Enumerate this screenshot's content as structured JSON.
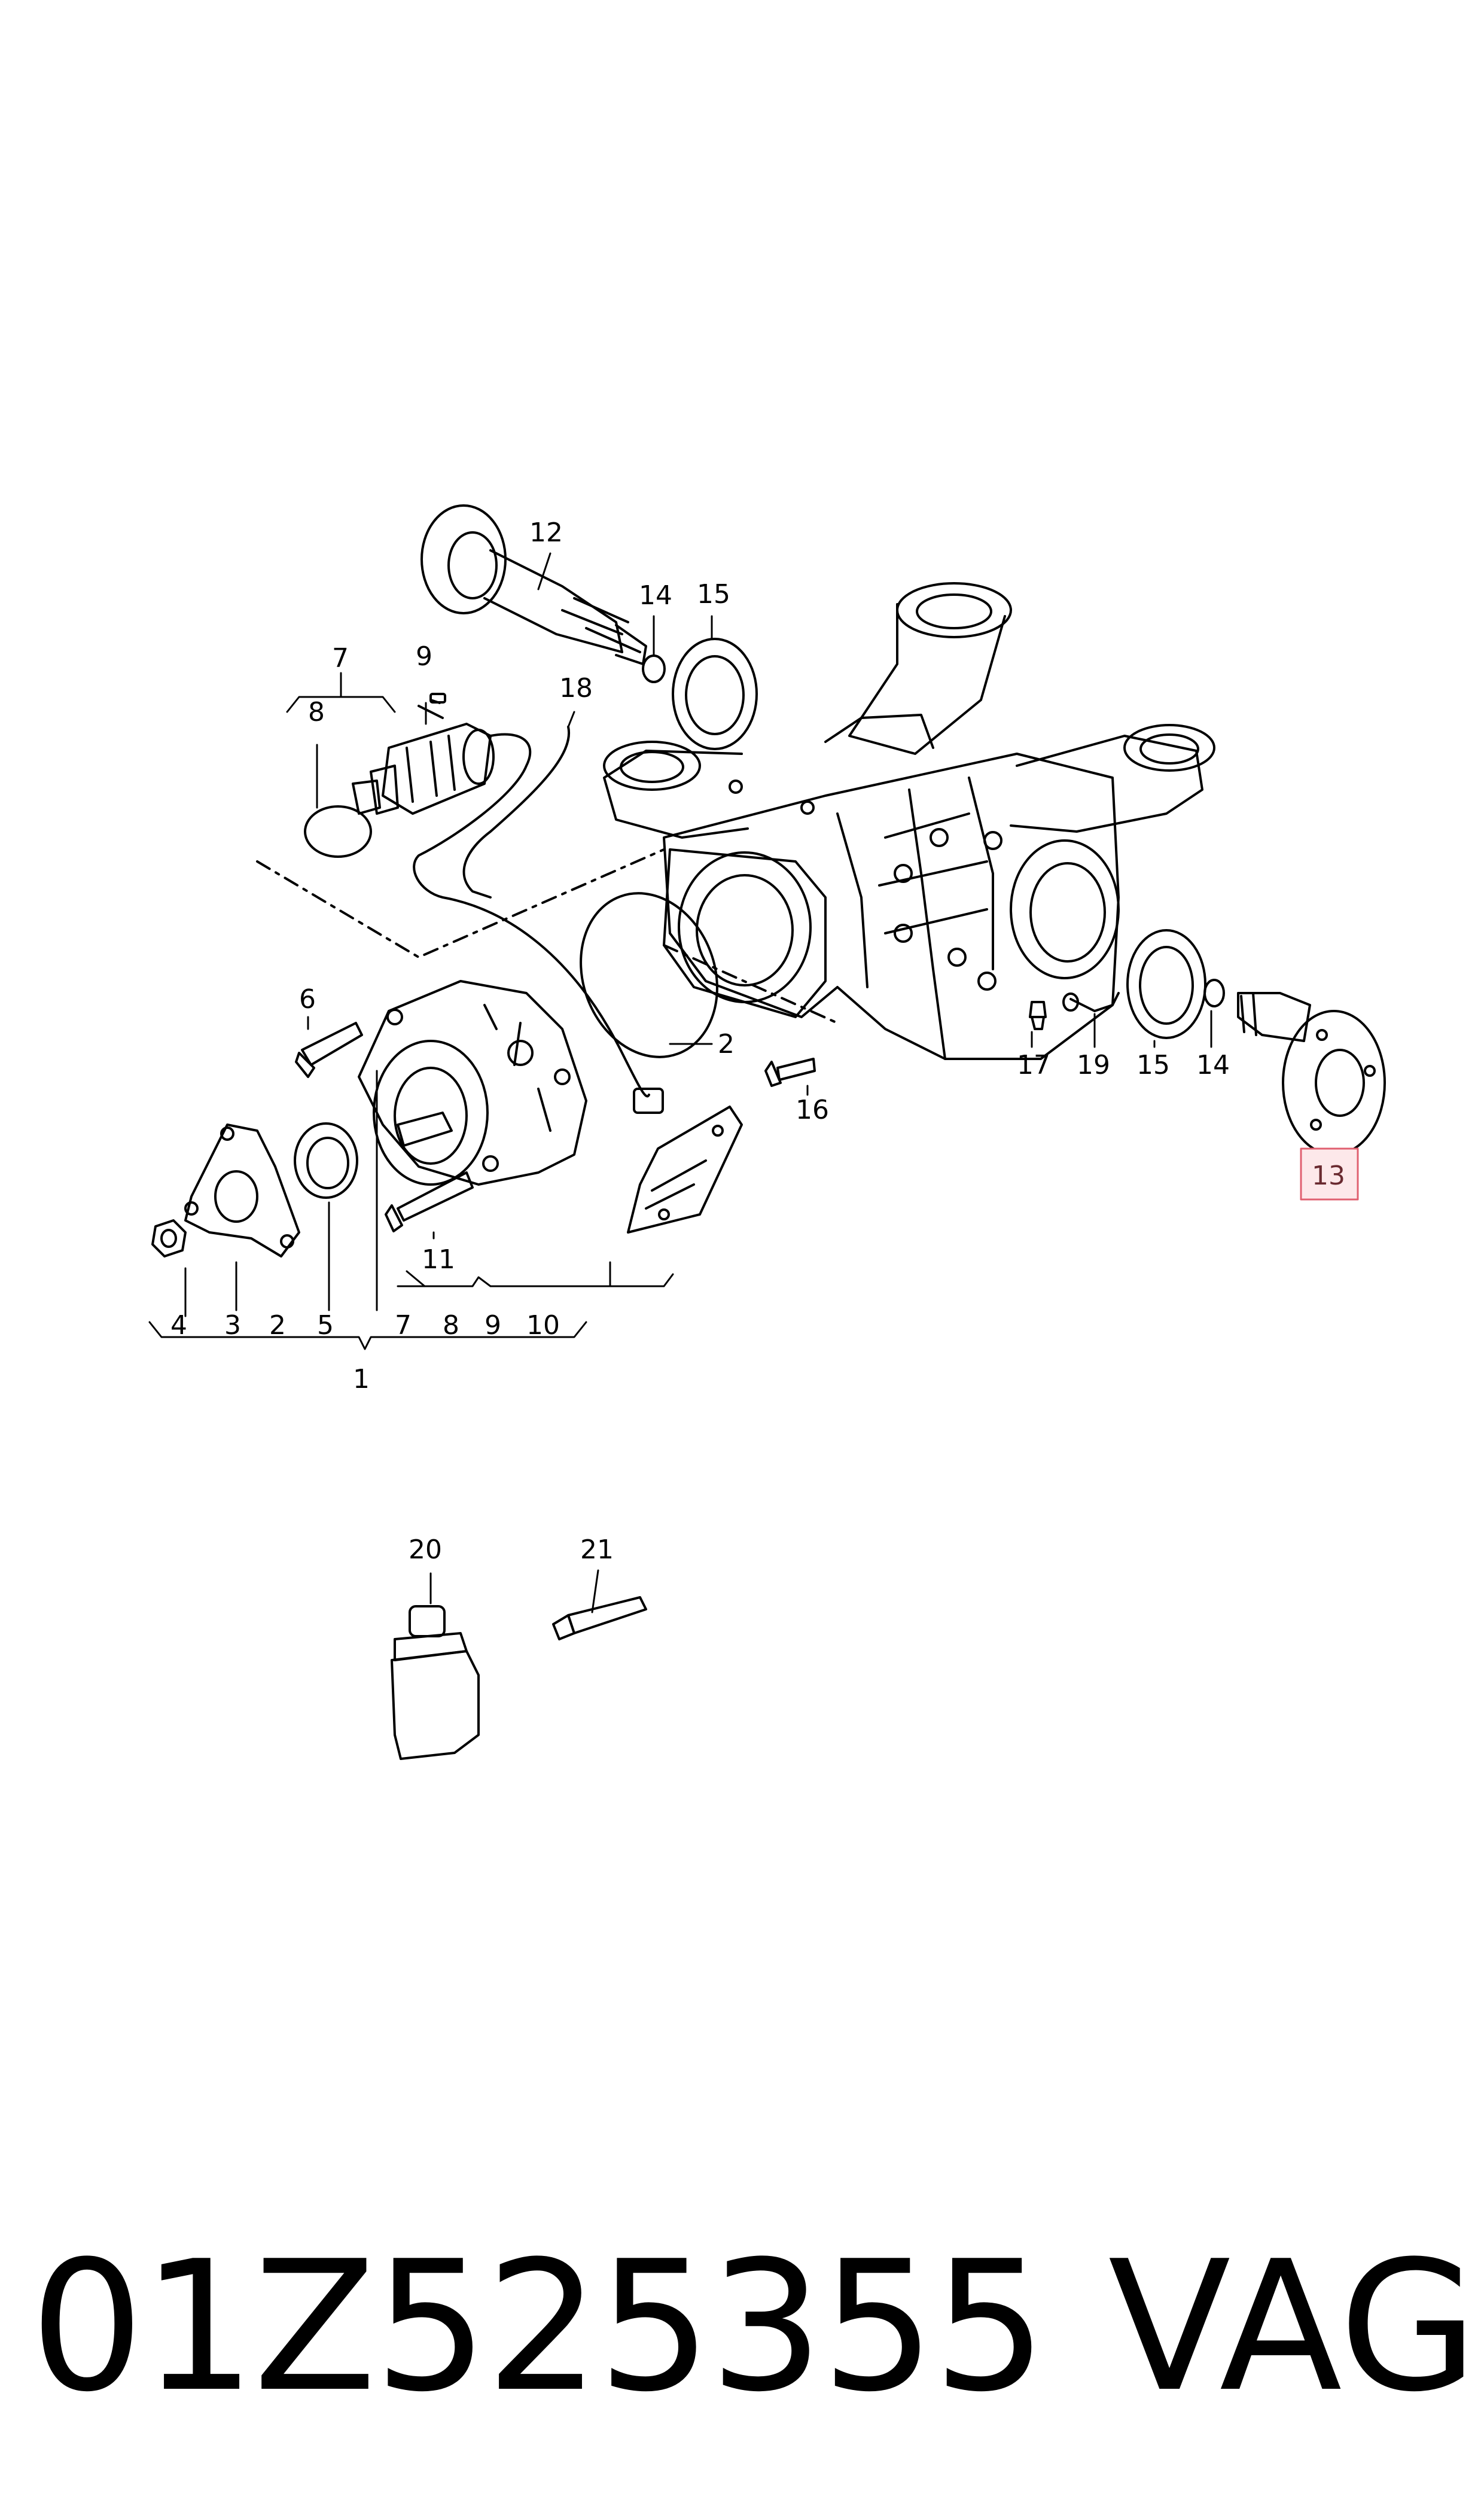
{
  "callouts": {
    "c1": "1",
    "c2a": "2",
    "c2b": "2",
    "c3": "3",
    "c4": "4",
    "c5": "5",
    "c6": "6",
    "c7a": "7",
    "c7b": "7",
    "c8a": "8",
    "c8b": "8",
    "c9a": "9",
    "c9b": "9",
    "c10": "10",
    "c11": "11",
    "c12": "12",
    "c13": "13",
    "c14a": "14",
    "c14b": "14",
    "c15a": "15",
    "c15b": "15",
    "c16": "16",
    "c17": "17",
    "c18": "18",
    "c19": "19",
    "c20": "20",
    "c21": "21"
  },
  "highlight_color": "#e06070",
  "footer": {
    "part_number": "01Z525355",
    "brand": "VAG"
  }
}
